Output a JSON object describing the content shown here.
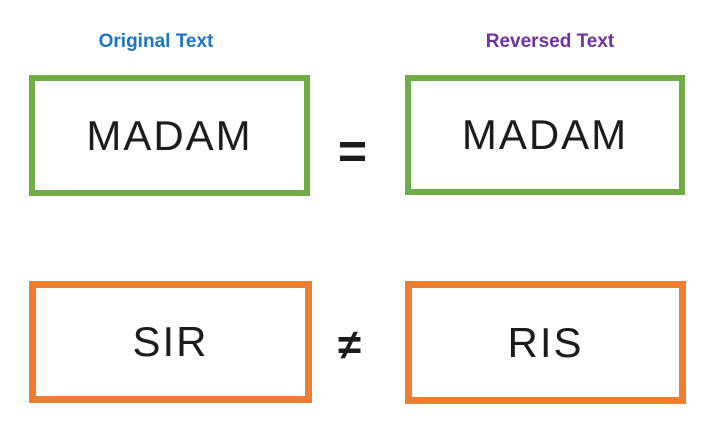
{
  "canvas": {
    "background": "#ffffff"
  },
  "headers": {
    "original": {
      "label": "Original Text",
      "color": "#1b75c8"
    },
    "reversed": {
      "label": "Reversed Text",
      "color": "#7030a0"
    }
  },
  "rows": [
    {
      "original": "MADAM",
      "reversed": "MADAM",
      "operator": "=",
      "relation": "equal",
      "box_color": "#70ad47"
    },
    {
      "original": "SIR",
      "reversed": "RIS",
      "operator": "≠",
      "relation": "not-equal",
      "box_color": "#ed7d31"
    }
  ],
  "text_color": "#1c1c1c",
  "operator_color": "#1c1c1c"
}
